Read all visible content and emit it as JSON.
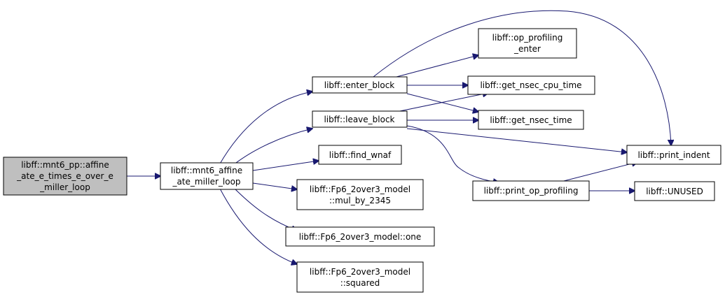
{
  "nodes": {
    "root": [
      "libff::mnt6_pp::affine",
      "_ate_e_times_e_over_e",
      "_miller_loop"
    ],
    "miller": [
      "libff::mnt6_affine",
      "_ate_miller_loop"
    ],
    "enter_block": [
      "libff::enter_block"
    ],
    "leave_block": [
      "libff::leave_block"
    ],
    "find_wnaf": [
      "libff::find_wnaf"
    ],
    "mul_by_2345": [
      "libff::Fp6_2over3_model",
      "::mul_by_2345"
    ],
    "one": [
      "libff::Fp6_2over3_model::one"
    ],
    "squared": [
      "libff::Fp6_2over3_model",
      "::squared"
    ],
    "op_profiling_enter": [
      "libff::op_profiling",
      "_enter"
    ],
    "get_nsec_cpu_time": [
      "libff::get_nsec_cpu_time"
    ],
    "get_nsec_time": [
      "libff::get_nsec_time"
    ],
    "print_op_profiling": [
      "libff::print_op_profiling"
    ],
    "print_indent": [
      "libff::print_indent"
    ],
    "unused": [
      "libff::UNUSED"
    ]
  },
  "colors": {
    "edge": "#191970",
    "root_fill": "#bfbfbf",
    "node_fill": "#ffffff",
    "border": "#000000"
  }
}
